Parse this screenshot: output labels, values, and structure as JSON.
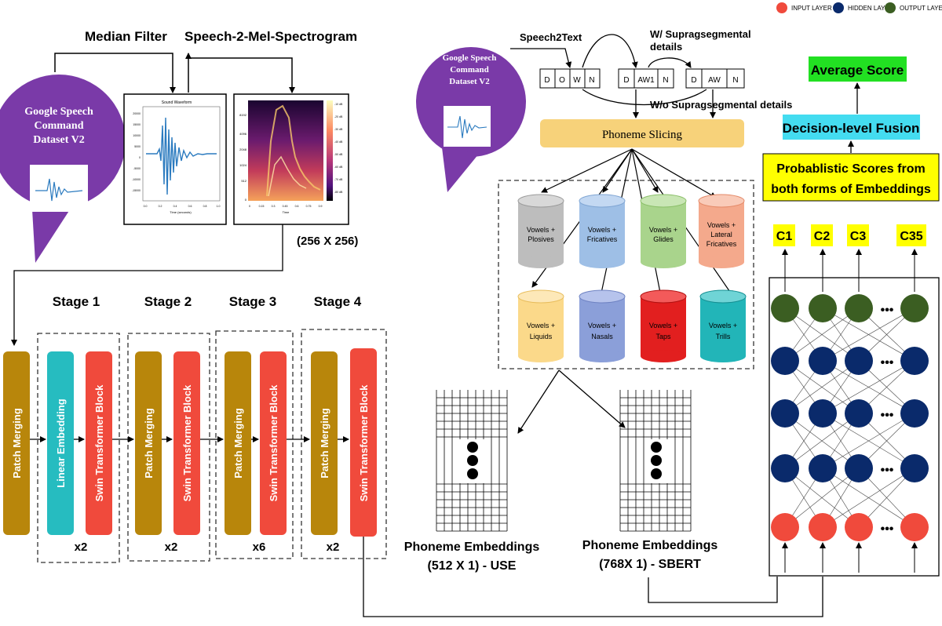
{
  "legend": {
    "input": "INPUT LAYER",
    "hidden": "HIDDEN LAYER",
    "output": "OUTPUT LAYER"
  },
  "left": {
    "median_filter": "Median Filter",
    "speech2mel": "Speech-2-Mel-Spectrogram",
    "dataset_line1": "Google Speech",
    "dataset_line2": "Command",
    "dataset_line3": "Dataset V2",
    "size": "(256 X 256)",
    "waveform_title": "Sound Waveform",
    "waveform_xlabel": "Time (seconds)",
    "spec_xlabel": "Time",
    "stages": [
      "Stage 1",
      "Stage 2",
      "Stage 3",
      "Stage 4"
    ],
    "patch_merging": "Patch Merging",
    "linear_embedding": "Linear Embedding",
    "swin_block": "Swin Transformer Block",
    "repeats": [
      "x2",
      "x2",
      "x6",
      "x2"
    ],
    "waveform_yticks": [
      "20000",
      "15000",
      "10000",
      "5000",
      "0",
      "-5000",
      "-10000",
      "-15000"
    ],
    "waveform_xticks": [
      "0.0",
      "0.2",
      "0.4",
      "0.6",
      "0.8",
      "1.0"
    ],
    "spec_yticks": [
      "8192",
      "4096",
      "2048",
      "1024",
      "512",
      "0"
    ],
    "spec_xticks": [
      "0",
      "0.15",
      "0.3",
      "0.45",
      "0.6",
      "0.75",
      "0.9"
    ],
    "colorbar_ticks": [
      "-10 dB",
      "-20 dB",
      "-30 dB",
      "-40 dB",
      "-50 dB",
      "-60 dB",
      "-70 dB",
      "-80 dB"
    ]
  },
  "middle": {
    "dataset_line1": "Google Speech",
    "dataset_line2": "Command",
    "dataset_line3": "Dataset V2",
    "speech2text": "Speech2Text",
    "with_supra": "W/ Supragsegmental details",
    "without_supra": "W/o Supragsegmental details",
    "group1": [
      "D",
      "O",
      "W",
      "N"
    ],
    "group2": [
      "D",
      "AW1",
      "N"
    ],
    "group3": [
      "D",
      "AW",
      "N"
    ],
    "phoneme_slicing": "Phoneme Slicing",
    "cyl1": [
      "Vowels +",
      "Plosives"
    ],
    "cyl2": [
      "Vowels +",
      "Fricatives"
    ],
    "cyl3": [
      "Vowels +",
      "Glides"
    ],
    "cyl4": [
      "Vowels +",
      "Lateral",
      "Fricatives"
    ],
    "cyl5": [
      "Vowels +",
      "Liquids"
    ],
    "cyl6": [
      "Vowels +",
      "Nasals"
    ],
    "cyl7": [
      "Vowels +",
      "Taps"
    ],
    "cyl8": [
      "Vowels +",
      "Trills"
    ],
    "emb1_line1": "Phoneme Embeddings",
    "emb1_line2": "(512 X 1) - USE",
    "emb2_line1": "Phoneme Embeddings",
    "emb2_line2": "(768X 1) - SBERT"
  },
  "right": {
    "average_score": "Average Score",
    "decision_fusion": "Decision-level Fusion",
    "prob_line1": "Probablistic Scores from",
    "prob_line2": "both forms of Embeddings",
    "classes": [
      "C1",
      "C2",
      "C3",
      "C35"
    ],
    "dots": "•••"
  },
  "colors": {
    "input_layer": "#f04a3c",
    "hidden_layer": "#0a2a6b",
    "output_layer": "#3b5e22",
    "purple_bubble": "#7a3aa8",
    "patch_merging": "#b8860b",
    "linear_embedding": "#26bcc0",
    "swin_block": "#f04a3c",
    "phoneme_slicing": "#f7d27a",
    "average_score": "#22e022",
    "decision_fusion": "#44dcf0",
    "prob_scores": "#ffff00"
  }
}
